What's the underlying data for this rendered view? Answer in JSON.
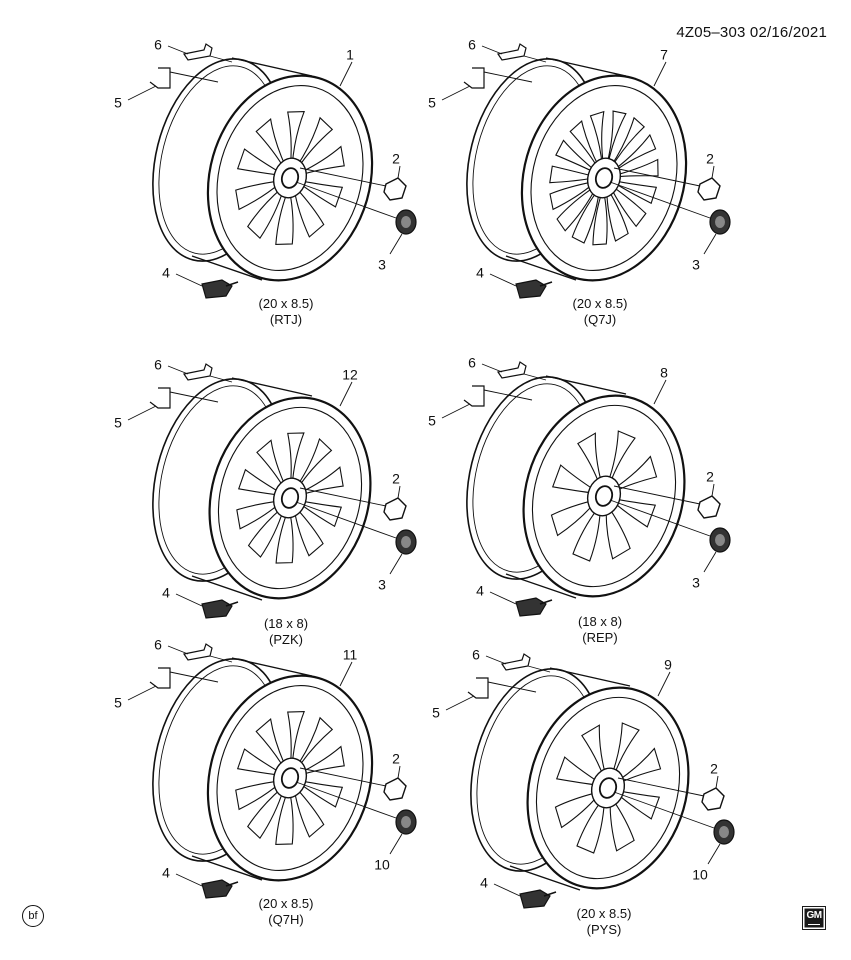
{
  "header": {
    "code": "4Z05–303  02/16/2021"
  },
  "badge": {
    "bf": "bf"
  },
  "logo": {
    "text": "GM"
  },
  "colors": {
    "line": "#111111",
    "nut": "#333333"
  },
  "wheels": [
    {
      "id": "rtj",
      "dimension": "(20 x 8.5)",
      "code": "(RTJ)",
      "callouts": {
        "tire_valve_stem": "6",
        "balance_weight": "5",
        "wheel": "1",
        "nut": "2",
        "cap": "3",
        "sensor": "4"
      }
    },
    {
      "id": "q7j",
      "dimension": "(20 x 8.5)",
      "code": "(Q7J)",
      "callouts": {
        "tire_valve_stem": "6",
        "balance_weight": "5",
        "wheel": "7",
        "nut": "2",
        "cap": "3",
        "sensor": "4"
      }
    },
    {
      "id": "pzk",
      "dimension": "(18 x 8)",
      "code": "(PZK)",
      "callouts": {
        "tire_valve_stem": "6",
        "balance_weight": "5",
        "wheel": "12",
        "nut": "2",
        "cap": "3",
        "sensor": "4"
      }
    },
    {
      "id": "rep",
      "dimension": "(18 x 8)",
      "code": "(REP)",
      "callouts": {
        "tire_valve_stem": "6",
        "balance_weight": "5",
        "wheel": "8",
        "nut": "2",
        "cap": "3",
        "sensor": "4"
      }
    },
    {
      "id": "q7h",
      "dimension": "(20 x 8.5)",
      "code": "(Q7H)",
      "callouts": {
        "tire_valve_stem": "6",
        "balance_weight": "5",
        "wheel": "11",
        "nut": "2",
        "cap": "10",
        "sensor": "4"
      }
    },
    {
      "id": "pys",
      "dimension": "(20 x 8.5)",
      "code": "(PYS)",
      "callouts": {
        "tire_valve_stem": "6",
        "balance_weight": "5",
        "wheel": "9",
        "nut": "2",
        "cap": "10",
        "sensor": "4"
      }
    }
  ]
}
